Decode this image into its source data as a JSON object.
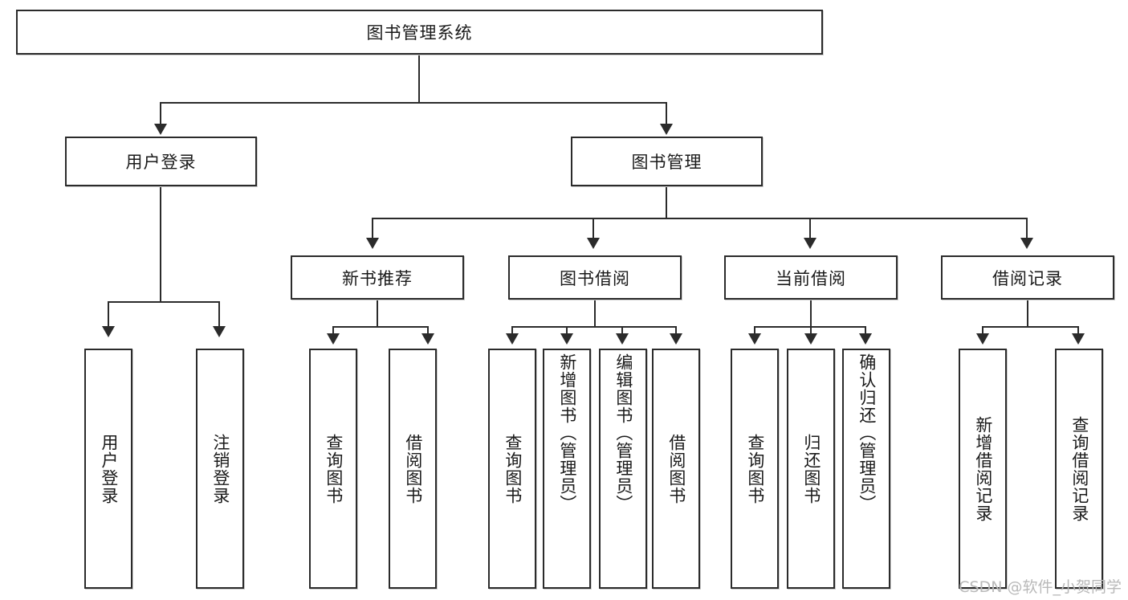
{
  "diagram": {
    "title": "图书管理系统",
    "type": "tree",
    "watermark": "CSDN @软件_小贺同学",
    "colors": {
      "background": "#ffffff",
      "stroke": "#2b2b2b",
      "text": "#1a1a1a",
      "watermark": "#b9b9b9"
    },
    "root": {
      "label": "图书管理系统"
    },
    "level2": [
      {
        "label": "用户登录"
      },
      {
        "label": "图书管理"
      }
    ],
    "level3": [
      {
        "label": "新书推荐"
      },
      {
        "label": "图书借阅"
      },
      {
        "label": "当前借阅"
      },
      {
        "label": "借阅记录"
      }
    ],
    "leaves": {
      "user_login": [
        {
          "label": "用户登录"
        },
        {
          "label": "注销登录"
        }
      ],
      "new_book": [
        {
          "label": "查询图书"
        },
        {
          "label": "借阅图书"
        }
      ],
      "book_borrow": [
        {
          "label": "查询图书"
        },
        {
          "label": "新增图书（管理员）"
        },
        {
          "label": "编辑图书（管理员）"
        },
        {
          "label": "借阅图书"
        }
      ],
      "current_borrow": [
        {
          "label": "查询图书"
        },
        {
          "label": "归还图书"
        },
        {
          "label": "确认归还（管理员）"
        }
      ],
      "borrow_record": [
        {
          "label": "新增借阅记录"
        },
        {
          "label": "查询借阅记录"
        }
      ]
    }
  }
}
